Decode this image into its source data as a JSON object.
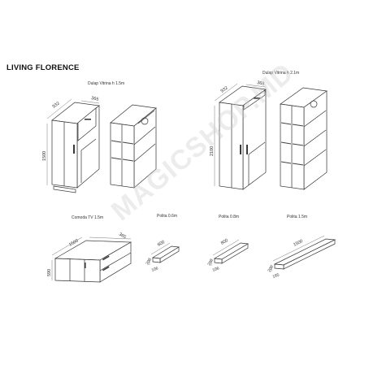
{
  "page": {
    "title": "LIVING FLORENCE"
  },
  "products": [
    {
      "caption": "Dulap Vitrina h 1.5m",
      "dims": {
        "width": "932",
        "depth": "365",
        "height": "1500"
      }
    },
    {
      "caption": "Dulap Vitrina h 2.1m",
      "dims": {
        "width": "932",
        "depth": "365",
        "height": "2100"
      }
    },
    {
      "caption": "Comoda TV 1.5m",
      "dims": {
        "width": "1500",
        "depth": "365",
        "height": "590"
      }
    },
    {
      "caption": "Polita 0.6m",
      "dims": {
        "width": "600",
        "height": "200",
        "depth": "106"
      }
    },
    {
      "caption": "Polita 0.8m",
      "dims": {
        "width": "800",
        "height": "200",
        "depth": "106"
      }
    },
    {
      "caption": "Polita 1.5m",
      "dims": {
        "width": "1500",
        "height": "200",
        "depth": "165"
      }
    }
  ],
  "watermark": "MAGICSHOP.MD"
}
